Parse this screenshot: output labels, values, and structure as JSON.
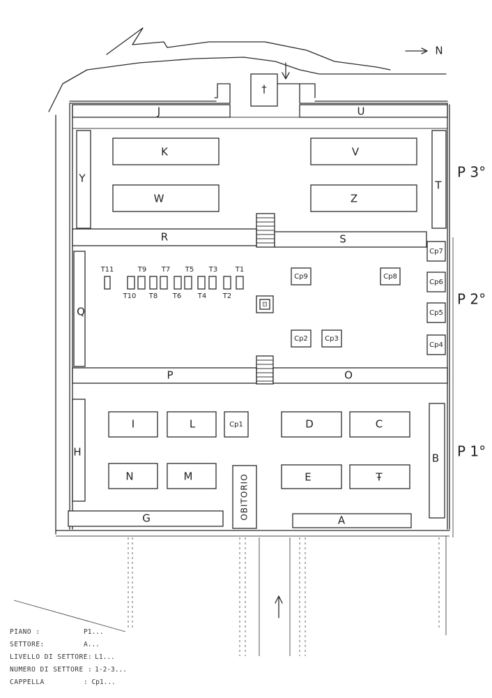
{
  "compass": {
    "label": "N"
  },
  "floors": {
    "p3": "P 3°",
    "p2": "P 2°",
    "p1": "P 1°"
  },
  "chapel_symbol": "†",
  "ossuary_symbol": "⊡",
  "sectors": {
    "J": "J",
    "U": "U",
    "K": "K",
    "V": "V",
    "Y": "Y",
    "T": "T",
    "W": "W",
    "Z": "Z",
    "R": "R",
    "S": "S",
    "Q": "Q",
    "P": "P",
    "O": "O",
    "I": "I",
    "L": "L",
    "D": "D",
    "C": "C",
    "H": "H",
    "B": "B",
    "N": "N",
    "M": "M",
    "E": "E",
    "F": "Ŧ",
    "G": "G",
    "A": "A"
  },
  "chapels": {
    "cp1": "Cp1",
    "cp2": "Cp2",
    "cp3": "Cp3",
    "cp4": "Cp4",
    "cp5": "Cp5",
    "cp6": "Cp6",
    "cp7": "Cp7",
    "cp8": "Cp8",
    "cp9": "Cp9"
  },
  "tombs": {
    "t1": "T1",
    "t2": "T2",
    "t3": "T3",
    "t4": "T4",
    "t5": "T5",
    "t6": "T6",
    "t7": "T7",
    "t8": "T8",
    "t9": "T9",
    "t10": "T10",
    "t11": "T11"
  },
  "obitorio": "OBITORIO",
  "legend": [
    {
      "key": "PIANO :",
      "value": "P1..."
    },
    {
      "key": "SETTORE:",
      "value": "A..."
    },
    {
      "key": "LIVELLO DI SETTORE:",
      "value": "L1..."
    },
    {
      "key": "NUMERO DI SETTORE :",
      "value": "1-2-3..."
    },
    {
      "key": "CAPPELLA",
      "value": ": Cp1..."
    }
  ]
}
